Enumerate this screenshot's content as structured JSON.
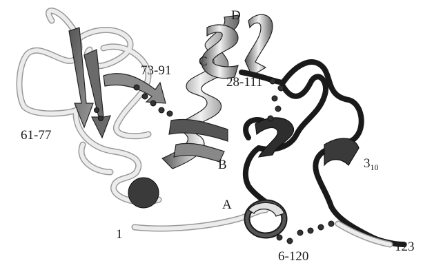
{
  "figure": {
    "labels": {
      "helix_d": "D",
      "helix_c": "C",
      "helix_b": "B",
      "helix_a": "A",
      "disulfide_73_91": "73-91",
      "disulfide_28_111": "28-111",
      "disulfide_61_77": "61-77",
      "disulfide_6_120": "6-120",
      "helix_310_main": "3",
      "helix_310_sub": "10",
      "n_terminus": "1",
      "c_terminus": "123"
    },
    "colors": {
      "coil_light": "#d8d8d8",
      "coil_dark": "#2a2a2a",
      "sheet": "#7a7a7a",
      "helix_light": "#e6e6e6",
      "helix_dark": "#4a4a4a",
      "ion": "#3a3a3a"
    }
  }
}
